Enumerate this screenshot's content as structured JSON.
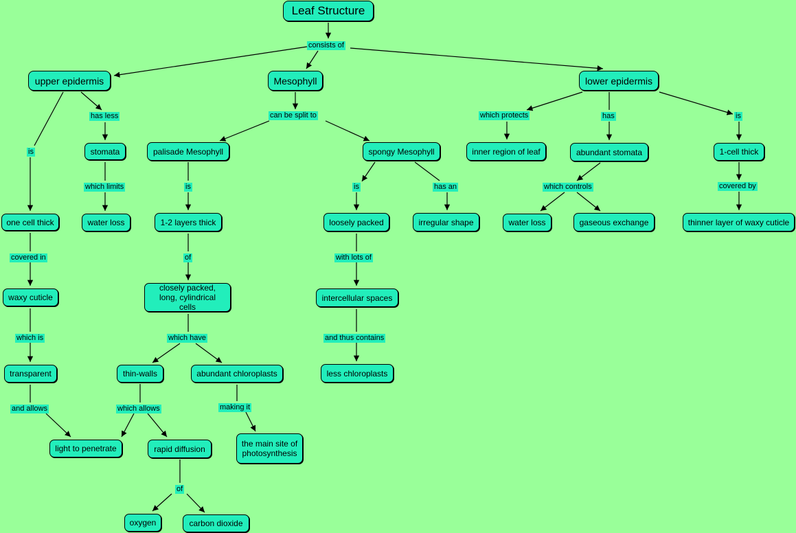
{
  "colors": {
    "background": "#99ff99",
    "node_fill": "#22eebb",
    "line": "#000000"
  },
  "nodes": {
    "title": "Leaf Structure",
    "upper_epidermis": "upper epidermis",
    "mesophyll": "Mesophyll",
    "lower_epidermis": "lower epidermis",
    "one_cell_thick": "one cell thick",
    "waxy_cuticle": "waxy cuticle",
    "transparent": "transparent",
    "light_to_penetrate": "light to penetrate",
    "stomata": "stomata",
    "water_loss_upper": "water loss",
    "palisade_mesophyll": "palisade Mesophyll",
    "layers_thick": "1-2 layers thick",
    "closely_packed": "closely packed, long, cylindrical cells",
    "thin_walls": "thin-walls",
    "abundant_chloroplasts": "abundant chloroplasts",
    "main_site": "the main site of photosynthesis",
    "rapid_diffusion": "rapid diffusion",
    "oxygen": "oxygen",
    "carbon_dioxide": "carbon dioxide",
    "spongy_mesophyll": "spongy Mesophyll",
    "loosely_packed": "loosely packed",
    "irregular_shape": "irregular shape",
    "intercellular_spaces": "intercellular spaces",
    "less_chloroplasts": "less chloroplasts",
    "inner_region": "inner region of leaf",
    "abundant_stomata": "abundant stomata",
    "water_loss_lower": "water loss",
    "gaseous_exchange": "gaseous exchange",
    "cell_thick_1": "1-cell thick",
    "thinner_layer": "thinner layer of waxy cuticle"
  },
  "labels": {
    "consists_of": "consists of",
    "is_upper": "is",
    "has_less": "has less",
    "covered_in": "covered in",
    "which_is": "which is",
    "and_allows": "and allows",
    "which_limits": "which limits",
    "can_be_split_to": "can be split to",
    "is_palisade": "is",
    "of_layers": "of",
    "which_have": "which have",
    "which_allows": "which allows",
    "making_it": "making it",
    "of_diffusion": "of",
    "is_spongy": "is",
    "has_an": "has an",
    "with_lots_of": "with lots of",
    "and_thus_contains": "and thus contains",
    "which_protects": "which protects",
    "has": "has",
    "is_lower": "is",
    "which_controls": "which controls",
    "covered_by": "covered by"
  }
}
